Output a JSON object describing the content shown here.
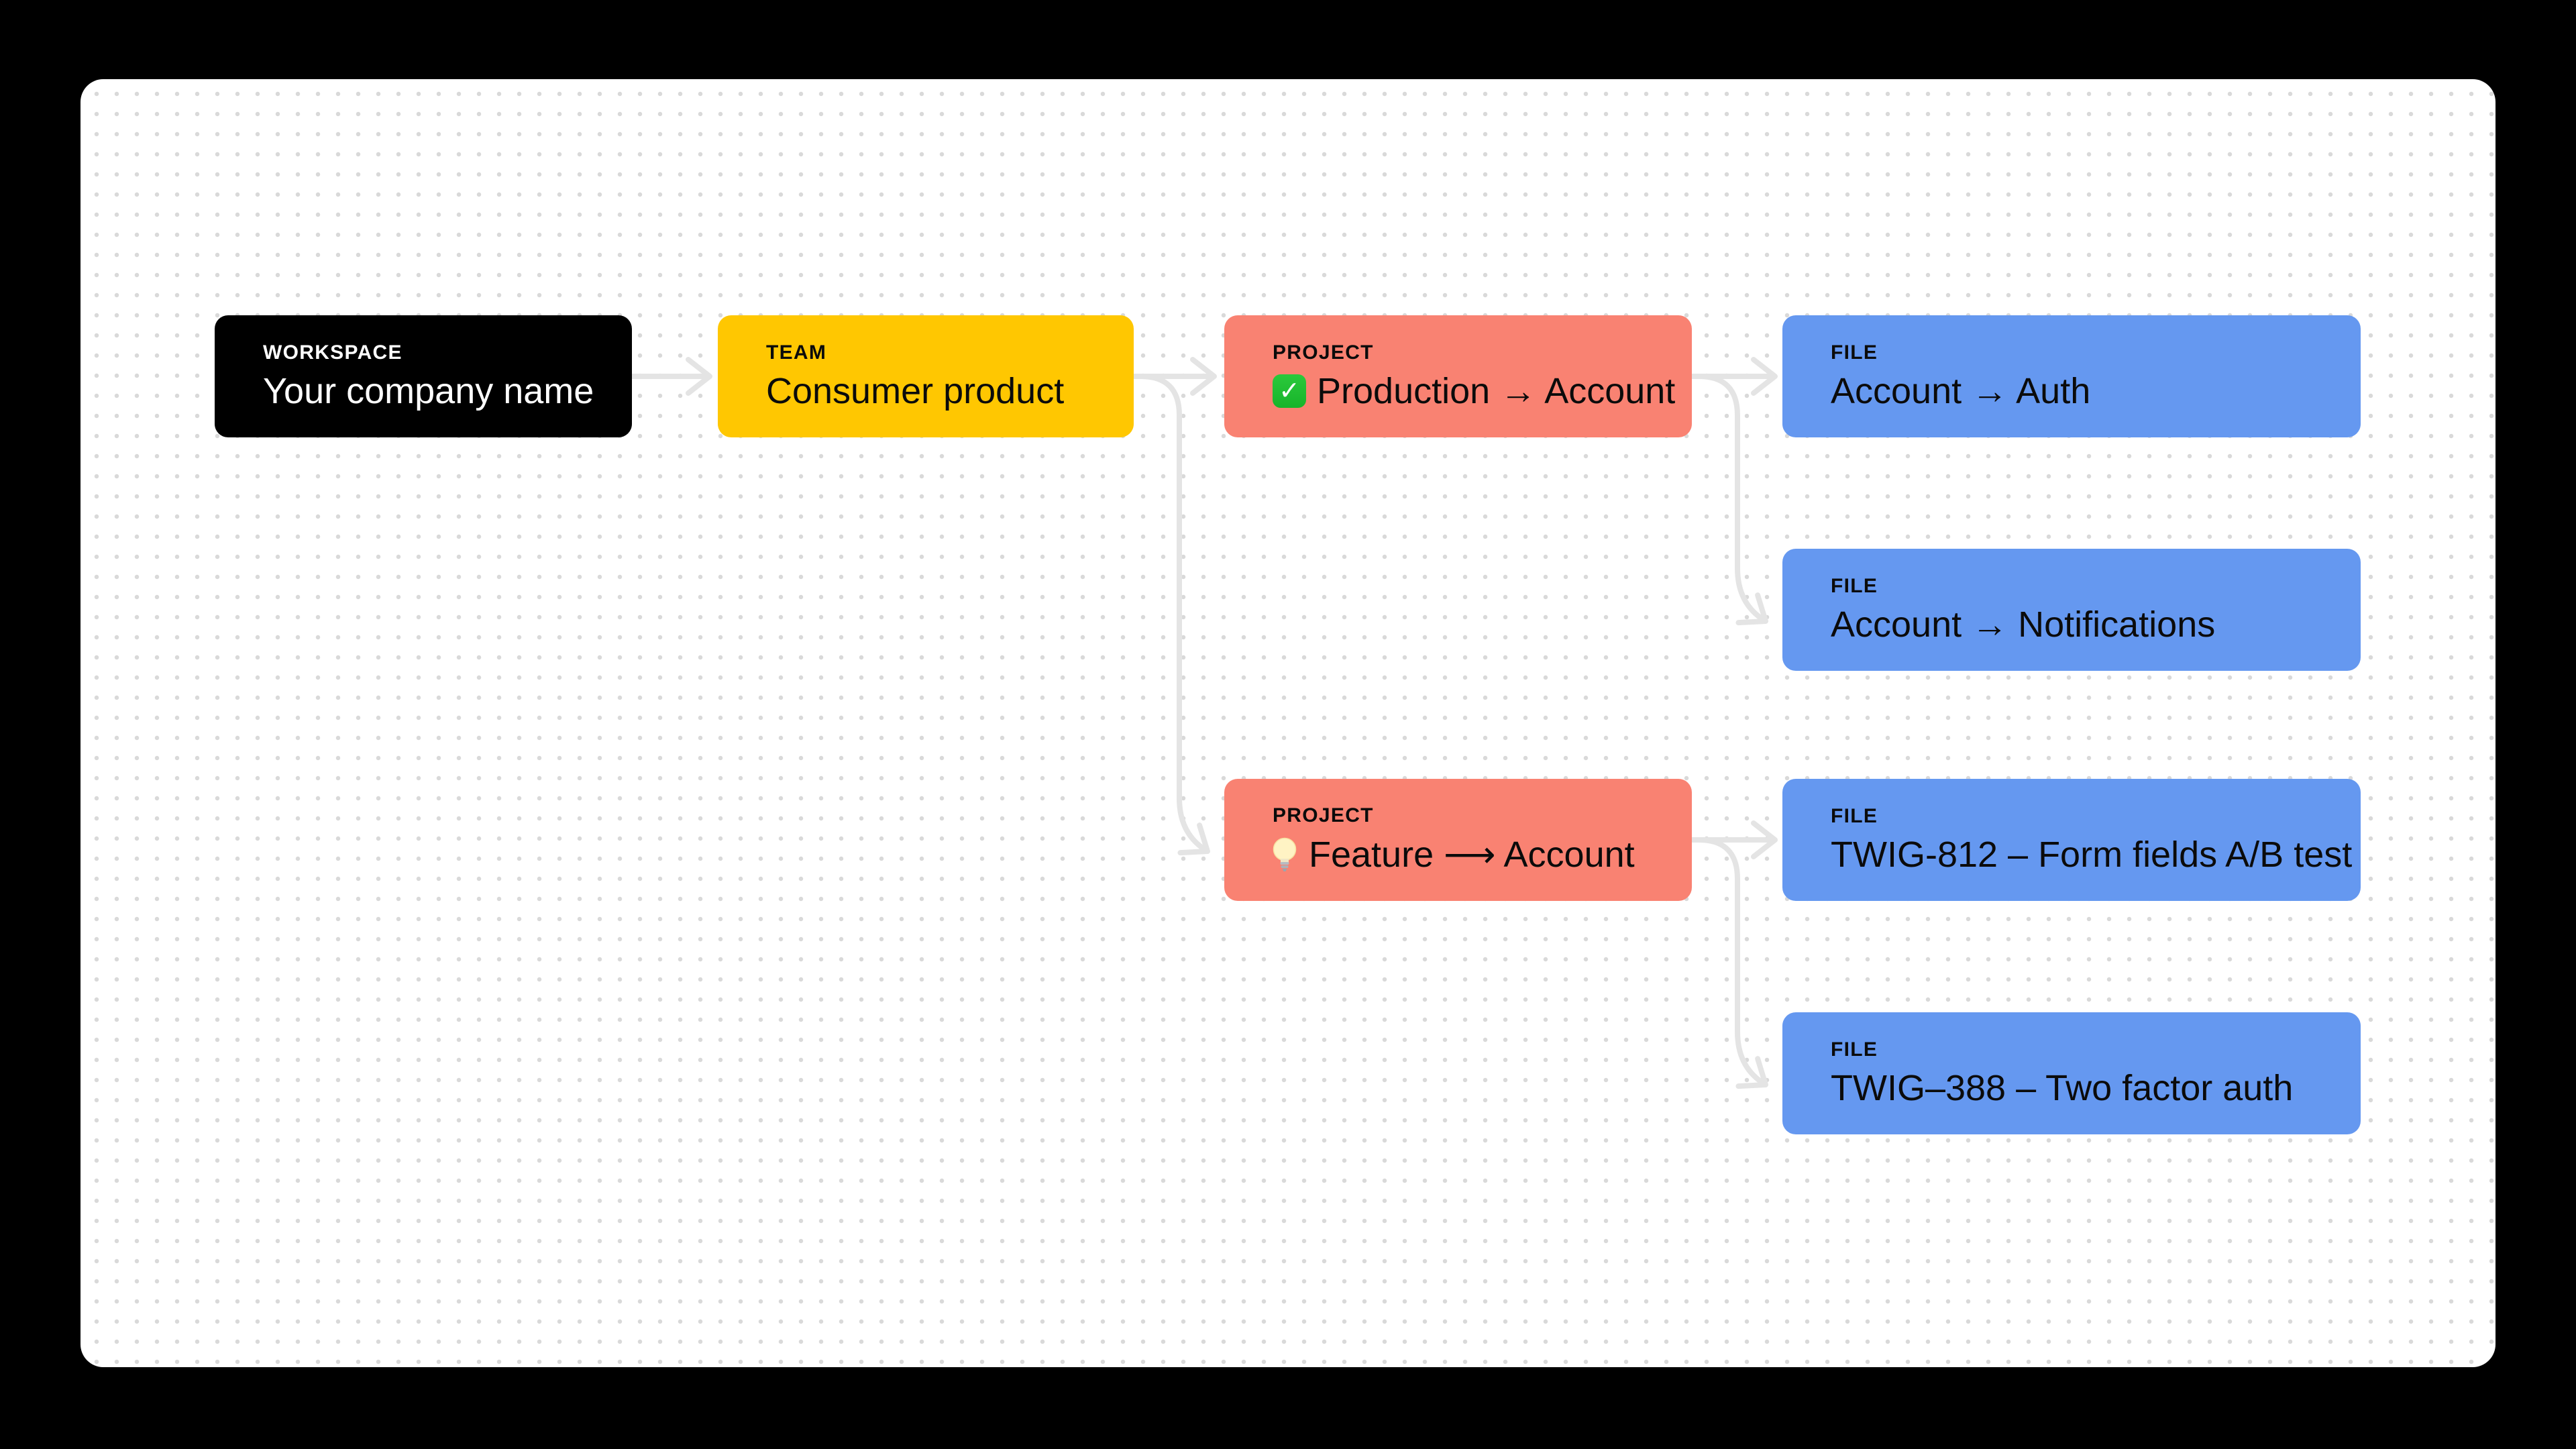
{
  "palette": {
    "frame_background": "#000000",
    "board_fill": "#FFFFFF",
    "dot_color": "#D9D9D9",
    "connector": "#E4E4E4",
    "workspace_fill": "#000000",
    "workspace_text": "#FFFFFF",
    "team_fill": "#FFC701",
    "project_fill": "#F98272",
    "file_fill": "#6598F0",
    "node_text": "#0B0B0B",
    "check_icon_green": "#1FBE31",
    "bulb_icon_yellow": "#FFF3C4"
  },
  "nodes": [
    {
      "id": "workspace",
      "label": "WORKSPACE",
      "title": "Your company name"
    },
    {
      "id": "team",
      "label": "TEAM",
      "title": "Consumer product"
    },
    {
      "id": "project-production",
      "label": "PROJECT",
      "title": "Production → Account",
      "icon": "check-icon"
    },
    {
      "id": "file-auth",
      "label": "FILE",
      "title": "Account → Auth"
    },
    {
      "id": "file-notifications",
      "label": "FILE",
      "title": "Account → Notifications"
    },
    {
      "id": "project-feature",
      "label": "PROJECT",
      "title": "Feature ⟶ Account",
      "icon": "bulb-icon"
    },
    {
      "id": "file-twig-812",
      "label": "FILE",
      "title": "TWIG-812 – Form fields A/B test"
    },
    {
      "id": "file-twig-388",
      "label": "FILE",
      "title": "TWIG–388 – Two factor auth"
    }
  ],
  "edges": [
    {
      "from": "workspace",
      "to": "team"
    },
    {
      "from": "team",
      "to": "project-production"
    },
    {
      "from": "team",
      "to": "project-feature"
    },
    {
      "from": "project-production",
      "to": "file-auth"
    },
    {
      "from": "project-production",
      "to": "file-notifications"
    },
    {
      "from": "project-feature",
      "to": "file-twig-812"
    },
    {
      "from": "project-feature",
      "to": "file-twig-388"
    }
  ]
}
